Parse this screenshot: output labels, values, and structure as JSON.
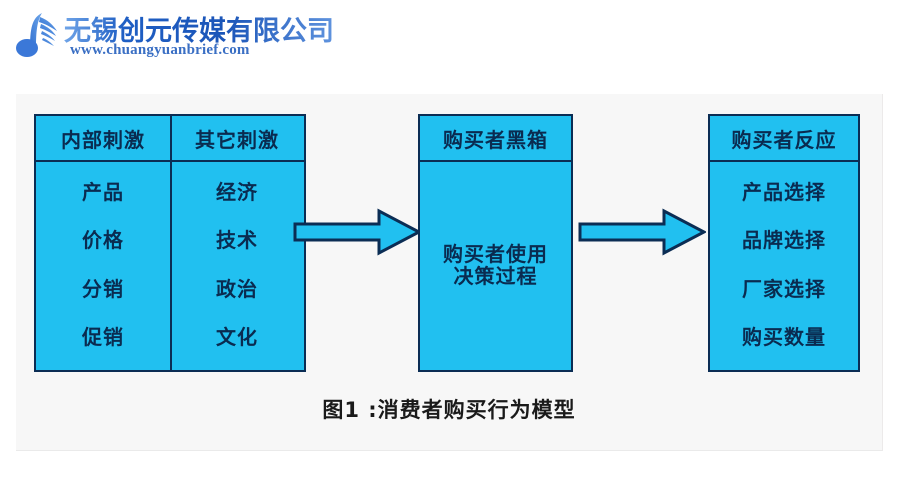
{
  "brand": {
    "logo_icon": "music-note-icon",
    "name": "无锡创元传媒有限公司",
    "url": "www.chuangyuanbrief.com",
    "name_color": "#1f5fc4",
    "url_color": "#3a6fc4",
    "logo_color": "#3b78d8"
  },
  "diagram": {
    "panel_background": "#f7f7f7",
    "box_fill": "#21c0f0",
    "box_border": "#0b2d54",
    "text_color": "#0a2b50",
    "caption": "图1 :消费者购买行为模型",
    "stimuli_box": {
      "columns": [
        {
          "header": "内部刺激",
          "items": [
            "产品",
            "价格",
            "分销",
            "促销"
          ]
        },
        {
          "header": "其它刺激",
          "items": [
            "经济",
            "技术",
            "政治",
            "文化"
          ]
        }
      ]
    },
    "blackbox": {
      "header": "购买者黑箱",
      "lines": [
        "购买者使用",
        "决策过程"
      ]
    },
    "response_box": {
      "header": "购买者反应",
      "items": [
        "产品选择",
        "品牌选择",
        "厂家选择",
        "购买数量"
      ]
    },
    "arrows": [
      {
        "name": "arrow-stimuli-to-blackbox",
        "direction": "right",
        "color": "#21c0f0"
      },
      {
        "name": "arrow-blackbox-to-response",
        "direction": "right",
        "color": "#21c0f0"
      }
    ]
  }
}
